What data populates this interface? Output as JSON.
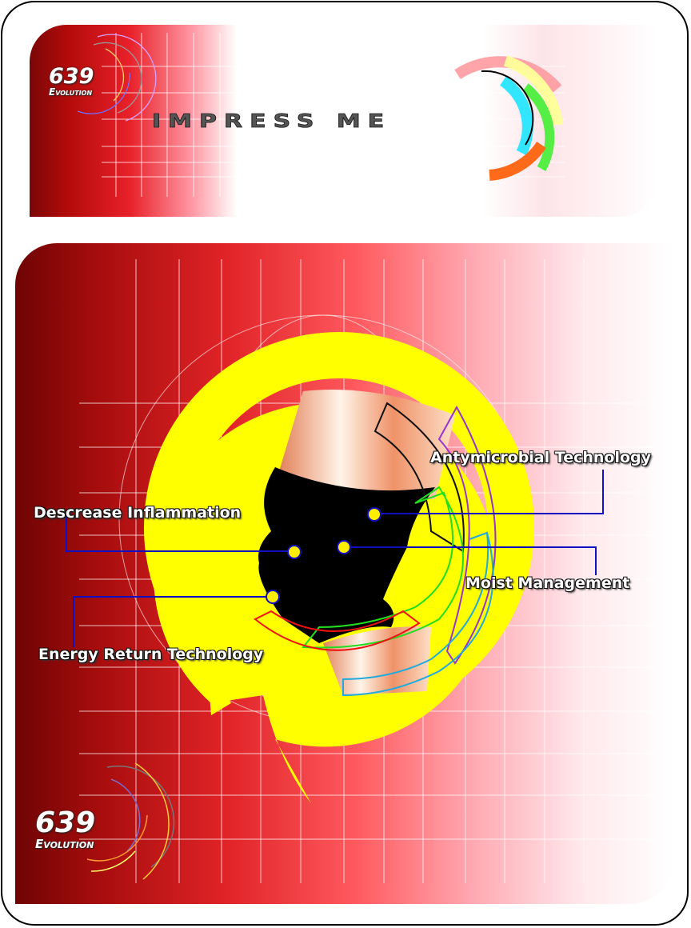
{
  "header": {
    "title": "IMPRESS ME",
    "logo_number": "639",
    "logo_subtitle": "Evolution"
  },
  "main": {
    "logo_number": "639",
    "logo_subtitle": "Evolution",
    "callouts": [
      {
        "label": "Antymicrobial Technology"
      },
      {
        "label": "Descrease Inflammation"
      },
      {
        "label": "Moist Management"
      },
      {
        "label": "Energy Return Technology"
      }
    ]
  },
  "colors": {
    "accent_red": "#e02327",
    "ring_yellow": "#ffff00",
    "callout_line_blue": "#1010c0",
    "callout_dot_yellow": "#ffee00"
  }
}
